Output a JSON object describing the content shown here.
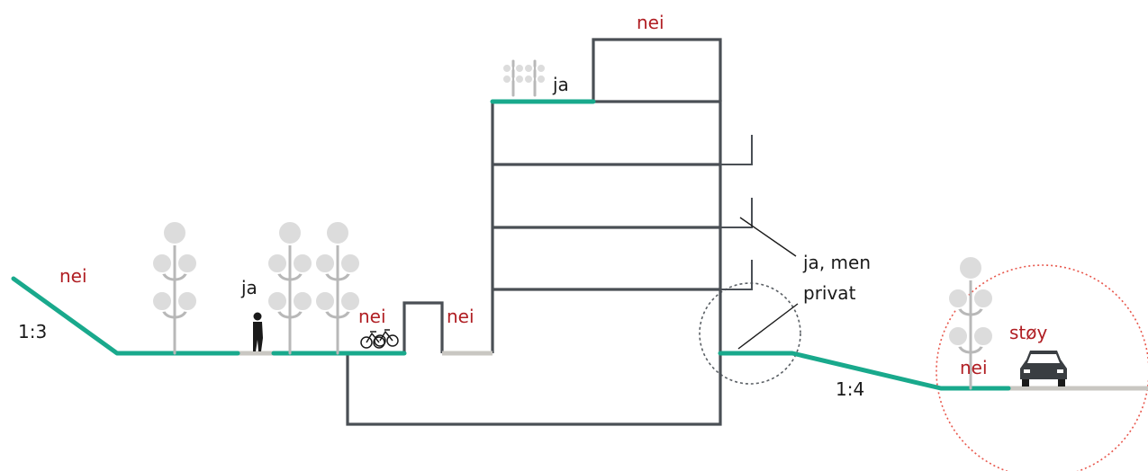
{
  "labels": {
    "nei_left_slope": "nei",
    "ratio_left": "1:3",
    "ja_pedestrian": "ja",
    "nei_bikes": "nei",
    "nei_shed": "nei",
    "ja_roof": "ja",
    "nei_top": "nei",
    "ja_men_line1": "ja, men",
    "ja_men_line2": "privat",
    "stoy": "støy",
    "nei_road": "nei",
    "ratio_right": "1:4"
  },
  "colors": {
    "accessible_surface": "#19a98c",
    "building_outline": "#4a4f55",
    "label_red": "#b01e23",
    "noise_circle": "#e8574c"
  },
  "icons": [
    "tree-icon",
    "pedestrian-icon",
    "bicycle-icon",
    "car-icon",
    "roof-plant-icon"
  ]
}
